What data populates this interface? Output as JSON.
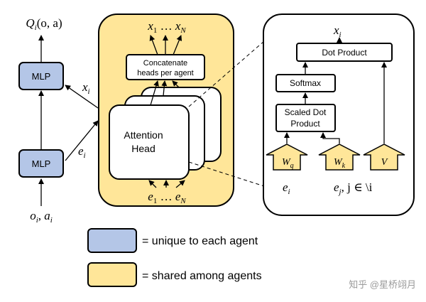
{
  "left_column": {
    "output_label": "Qᵢ(o, a)",
    "q_main": "Q",
    "q_sub": "i",
    "q_args": "(o, a)",
    "mlp_top": "MLP",
    "mlp_bottom": "MLP",
    "x_main": "x",
    "x_sub": "i",
    "e_main": "e",
    "e_sub": "i",
    "input_main": "o",
    "input_sub": "i",
    "input_comma": ", ",
    "input_a": "a",
    "input_a_sub": "i"
  },
  "attention_block": {
    "top_x1": "x",
    "top_sub1": "1",
    "top_dots": " … ",
    "top_xN": "x",
    "top_subN": "N",
    "concat_line1": "Concatenate",
    "concat_line2": "heads per agent",
    "head_line1": "Attention",
    "head_line2": "Head",
    "bottom_e1": "e",
    "bottom_sub1": "1",
    "bottom_dots": " … ",
    "bottom_eN": "e",
    "bottom_subN": "N"
  },
  "detail_block": {
    "output_main": "x",
    "output_sub": "i",
    "dot_product": "Dot Product",
    "softmax": "Softmax",
    "scaled_line1": "Scaled Dot",
    "scaled_line2": "Product",
    "wq_main": "W",
    "wq_sub": "q",
    "wk_main": "W",
    "wk_sub": "k",
    "v_label": "V",
    "ei_main": "e",
    "ei_sub": "i",
    "ej_main": "e",
    "ej_sub": "j",
    "ej_rest": ", j ∈ \\i"
  },
  "legend": [
    {
      "label": "= unique to each agent",
      "color": "#b4c6e7"
    },
    {
      "label": "= shared among agents",
      "color": "#ffe699"
    }
  ],
  "watermark": "知乎 @星桥翊月",
  "colors": {
    "blue_fill": "#b4c6e7",
    "yellow_fill": "#ffe699",
    "arrow_fill": "#ffe699",
    "stroke": "#000000"
  }
}
